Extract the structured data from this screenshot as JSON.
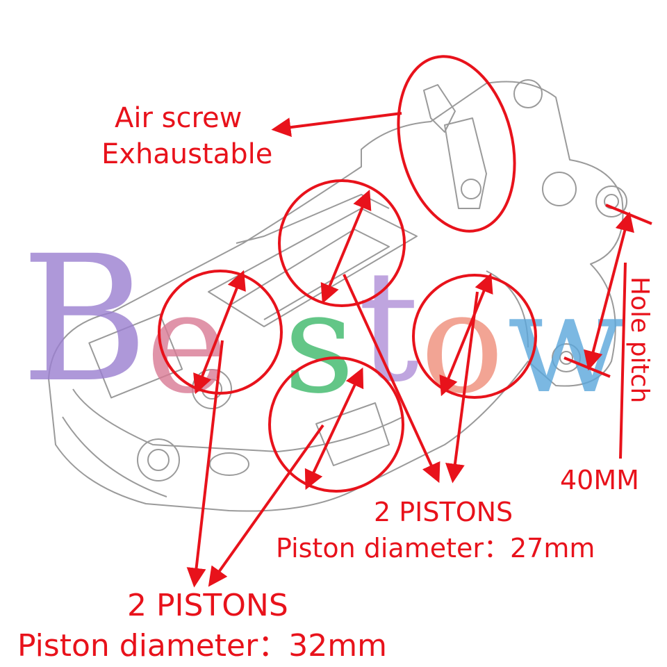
{
  "watermark": {
    "letters": [
      "B",
      "e",
      "s",
      "t",
      "o",
      "w"
    ]
  },
  "labels": {
    "air_screw_line1": "Air screw",
    "air_screw_line2": "Exhaustable",
    "pistons_27_line1": "2 PISTONS",
    "pistons_27_line2": "Piston diameter：27mm",
    "pistons_32_line1": "2 PISTONS",
    "pistons_32_line2": "Piston diameter：32mm",
    "hole_pitch": "Hole pitch",
    "hole_pitch_value": "40MM"
  },
  "colors": {
    "annotation": "#e8121b",
    "sketch": "#9a9a9a"
  }
}
